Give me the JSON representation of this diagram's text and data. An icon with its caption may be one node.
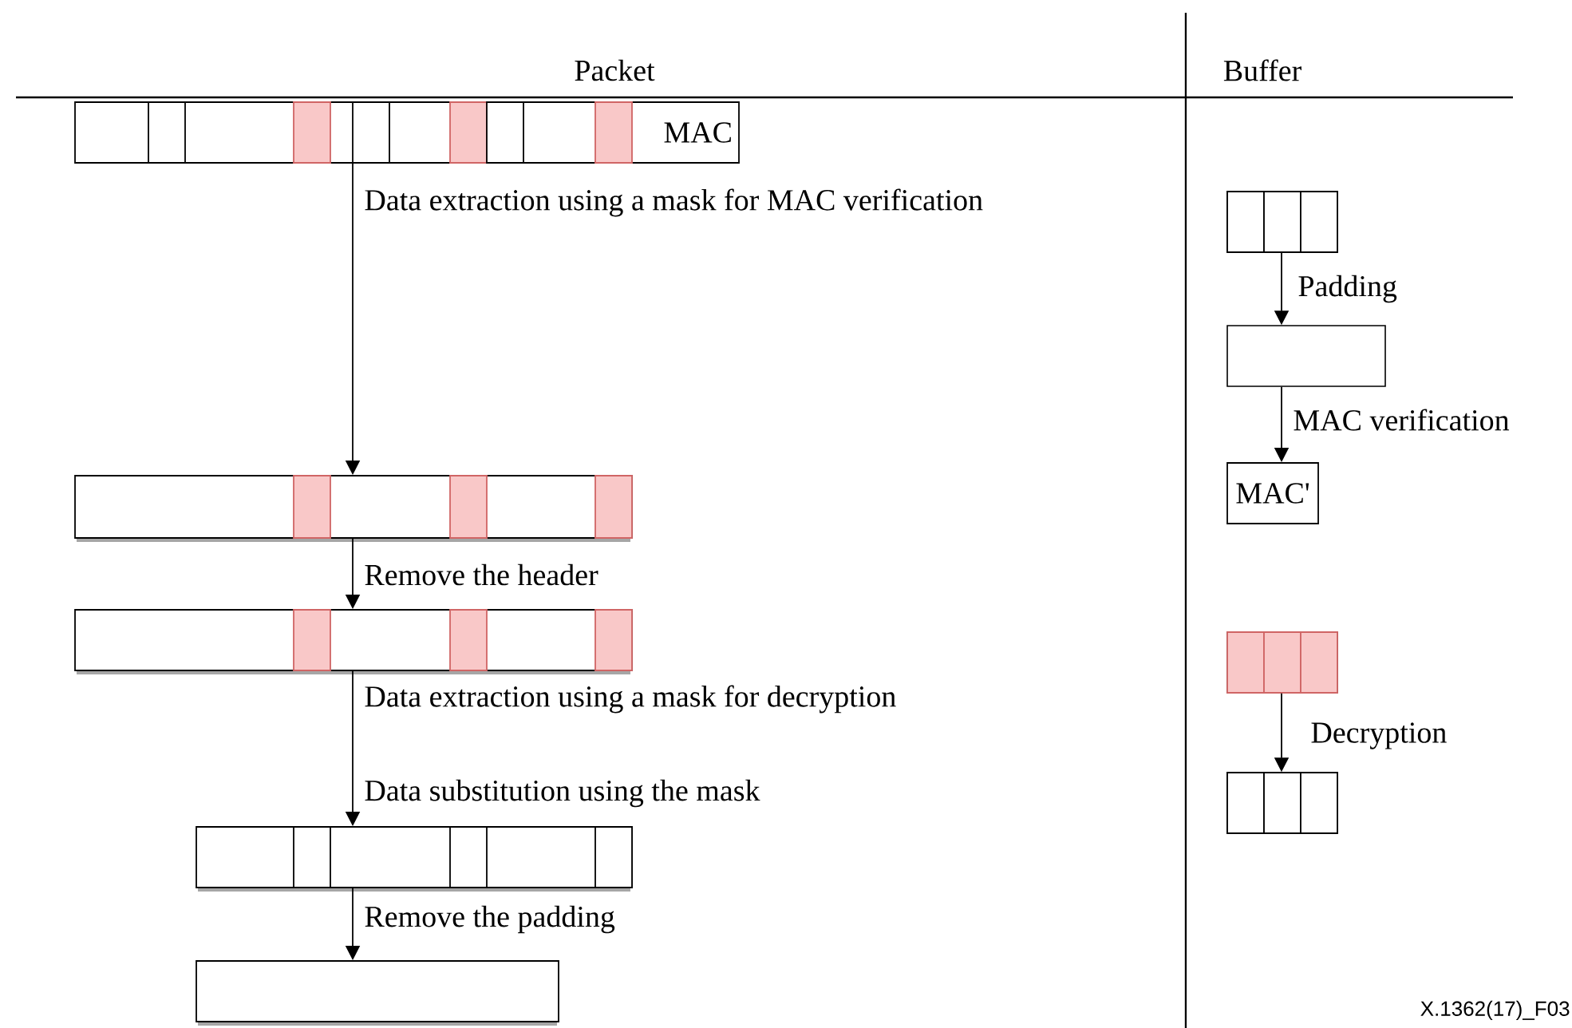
{
  "diagram": {
    "nodes": [
      {
        "text": [
          "MAC"
        ]
      },
      {
        "text": [],
        "shape": "bar"
      },
      {
        "text": [],
        "shape": "bar"
      },
      {
        "text": [],
        "shape": "bar"
      },
      {
        "text": [],
        "shape": "bar"
      },
      {
        "text": [],
        "shape": "box"
      },
      {
        "text": [],
        "shape": "box"
      },
      {
        "text": [
          "MAC'"
        ]
      },
      {
        "text": [],
        "shape": "box"
      },
      {
        "text": [],
        "shape": "box"
      }
    ],
    "edges": [
      {
        "from": 0,
        "to": 1,
        "arrow": "to",
        "label": "Data extraction using a mask for MAC verification"
      },
      {
        "from": 1,
        "to": 2,
        "arrow": "to",
        "label": "Remove the header"
      },
      {
        "from": 2,
        "to": 3,
        "arrow": "to",
        "label": "Data extraction using a mask for decryption"
      },
      {
        "from": 3,
        "to": 4,
        "arrow": "to",
        "label": "Remove the padding"
      },
      {
        "from": 5,
        "to": 6,
        "arrow": "to",
        "label": "Padding"
      },
      {
        "from": 6,
        "to": 7,
        "arrow": "to",
        "label": "MAC verification"
      },
      {
        "from": 8,
        "to": 9,
        "arrow": "to",
        "label": "Decryption"
      }
    ],
    "labels": [
      "Packet",
      "Buffer",
      "Data substitution using the mask",
      "X.1362(17)_F03"
    ]
  }
}
